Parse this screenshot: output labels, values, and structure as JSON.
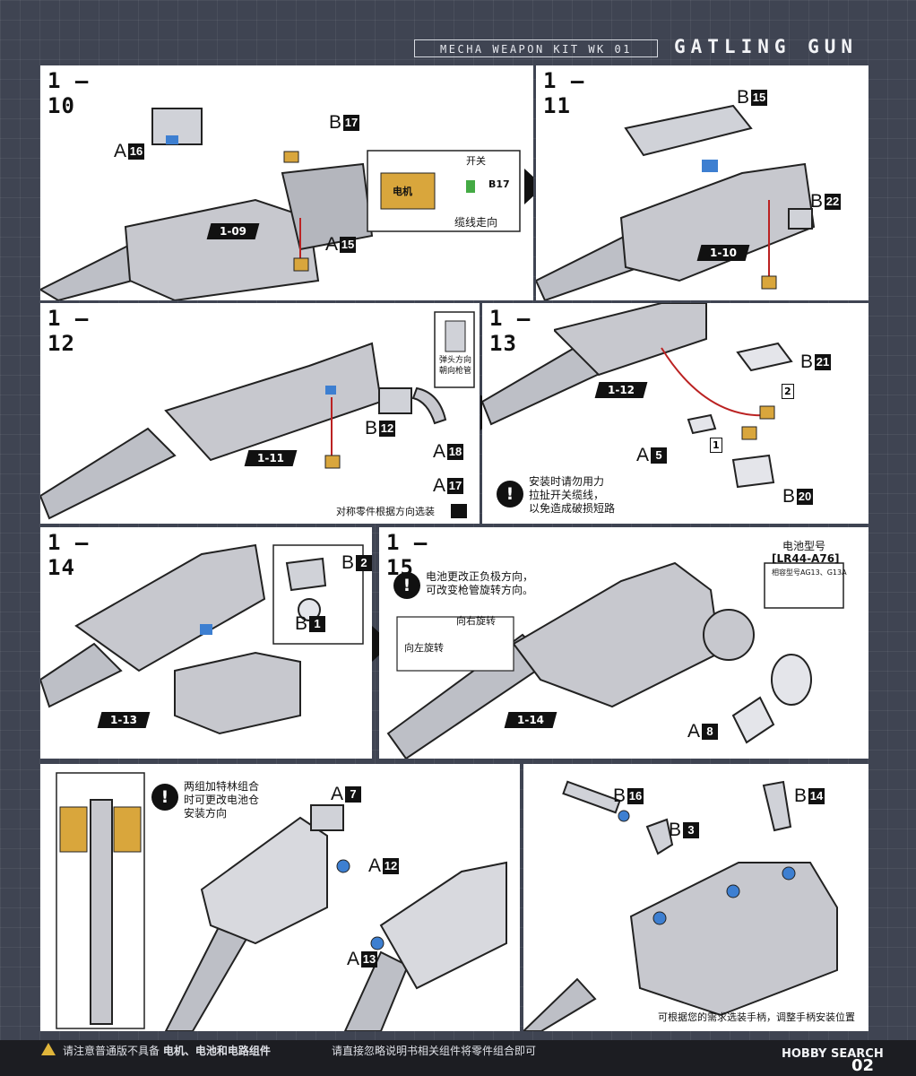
{
  "header": {
    "kit": "MECHA WEAPON KIT WK 01",
    "title": "GATLING GUN"
  },
  "steps": {
    "s1": {
      "label": "1 – 10",
      "ref": "1-09",
      "parts": [
        "A16",
        "B17",
        "A15"
      ],
      "inset_switch": "开关",
      "inset_motor": "电机",
      "inset_part": "B17",
      "inset_caption": "缆线走向"
    },
    "s2": {
      "label": "1 – 11",
      "ref": "1-10",
      "parts": [
        "B15",
        "B22"
      ]
    },
    "s3": {
      "label": "1 – 12",
      "ref": "1-11",
      "parts": [
        "B12",
        "A18",
        "A17"
      ],
      "note_dir1": "弹头方向",
      "note_dir2": "朝向枪管",
      "note_sym": "对称零件根据方向选装"
    },
    "s4": {
      "label": "1 – 13",
      "ref": "1-12",
      "parts": [
        "B21",
        "A5",
        "B20"
      ],
      "box1": "1",
      "box2": "2",
      "warn1": "安装时请勿用力",
      "warn2": "拉扯开关缆线，",
      "warn3": "以免造成破损短路"
    },
    "s5": {
      "label": "1 – 14",
      "ref": "1-13",
      "parts": [
        "B2",
        "B1"
      ]
    },
    "s6": {
      "label": "1 – 15",
      "ref": "1-14",
      "parts": [
        "A8"
      ],
      "warn1": "电池更改正负极方向，",
      "warn2": "可改变枪管旋转方向。",
      "rot_left": "向左旋转",
      "rot_right": "向右旋转",
      "batt_title": "电池型号",
      "batt_model": "[LR44-A76]",
      "batt_compat": "相容型号AG13、G13A"
    },
    "s7": {
      "parts": [
        "A7",
        "A12",
        "A13"
      ],
      "warn1": "两组加特林组合",
      "warn2": "时可更改电池仓",
      "warn3": "安装方向"
    },
    "s8": {
      "parts": [
        "B16",
        "B3",
        "B14"
      ],
      "caption": "可根据您的需求选装手柄，调整手柄安装位置"
    }
  },
  "footer": {
    "notice_a": "请注意普通版不具备",
    "notice_b": "电机、电池和电路组件",
    "notice_c": "请直接忽略说明书相关组件将零件组合即可",
    "brand": "HOBBY SEARCH",
    "page": "02"
  },
  "colors": {
    "bg": "#3f4452",
    "accent": "#d9a63c",
    "blue": "#3d7fd1",
    "metal": "#bdbfc6"
  }
}
